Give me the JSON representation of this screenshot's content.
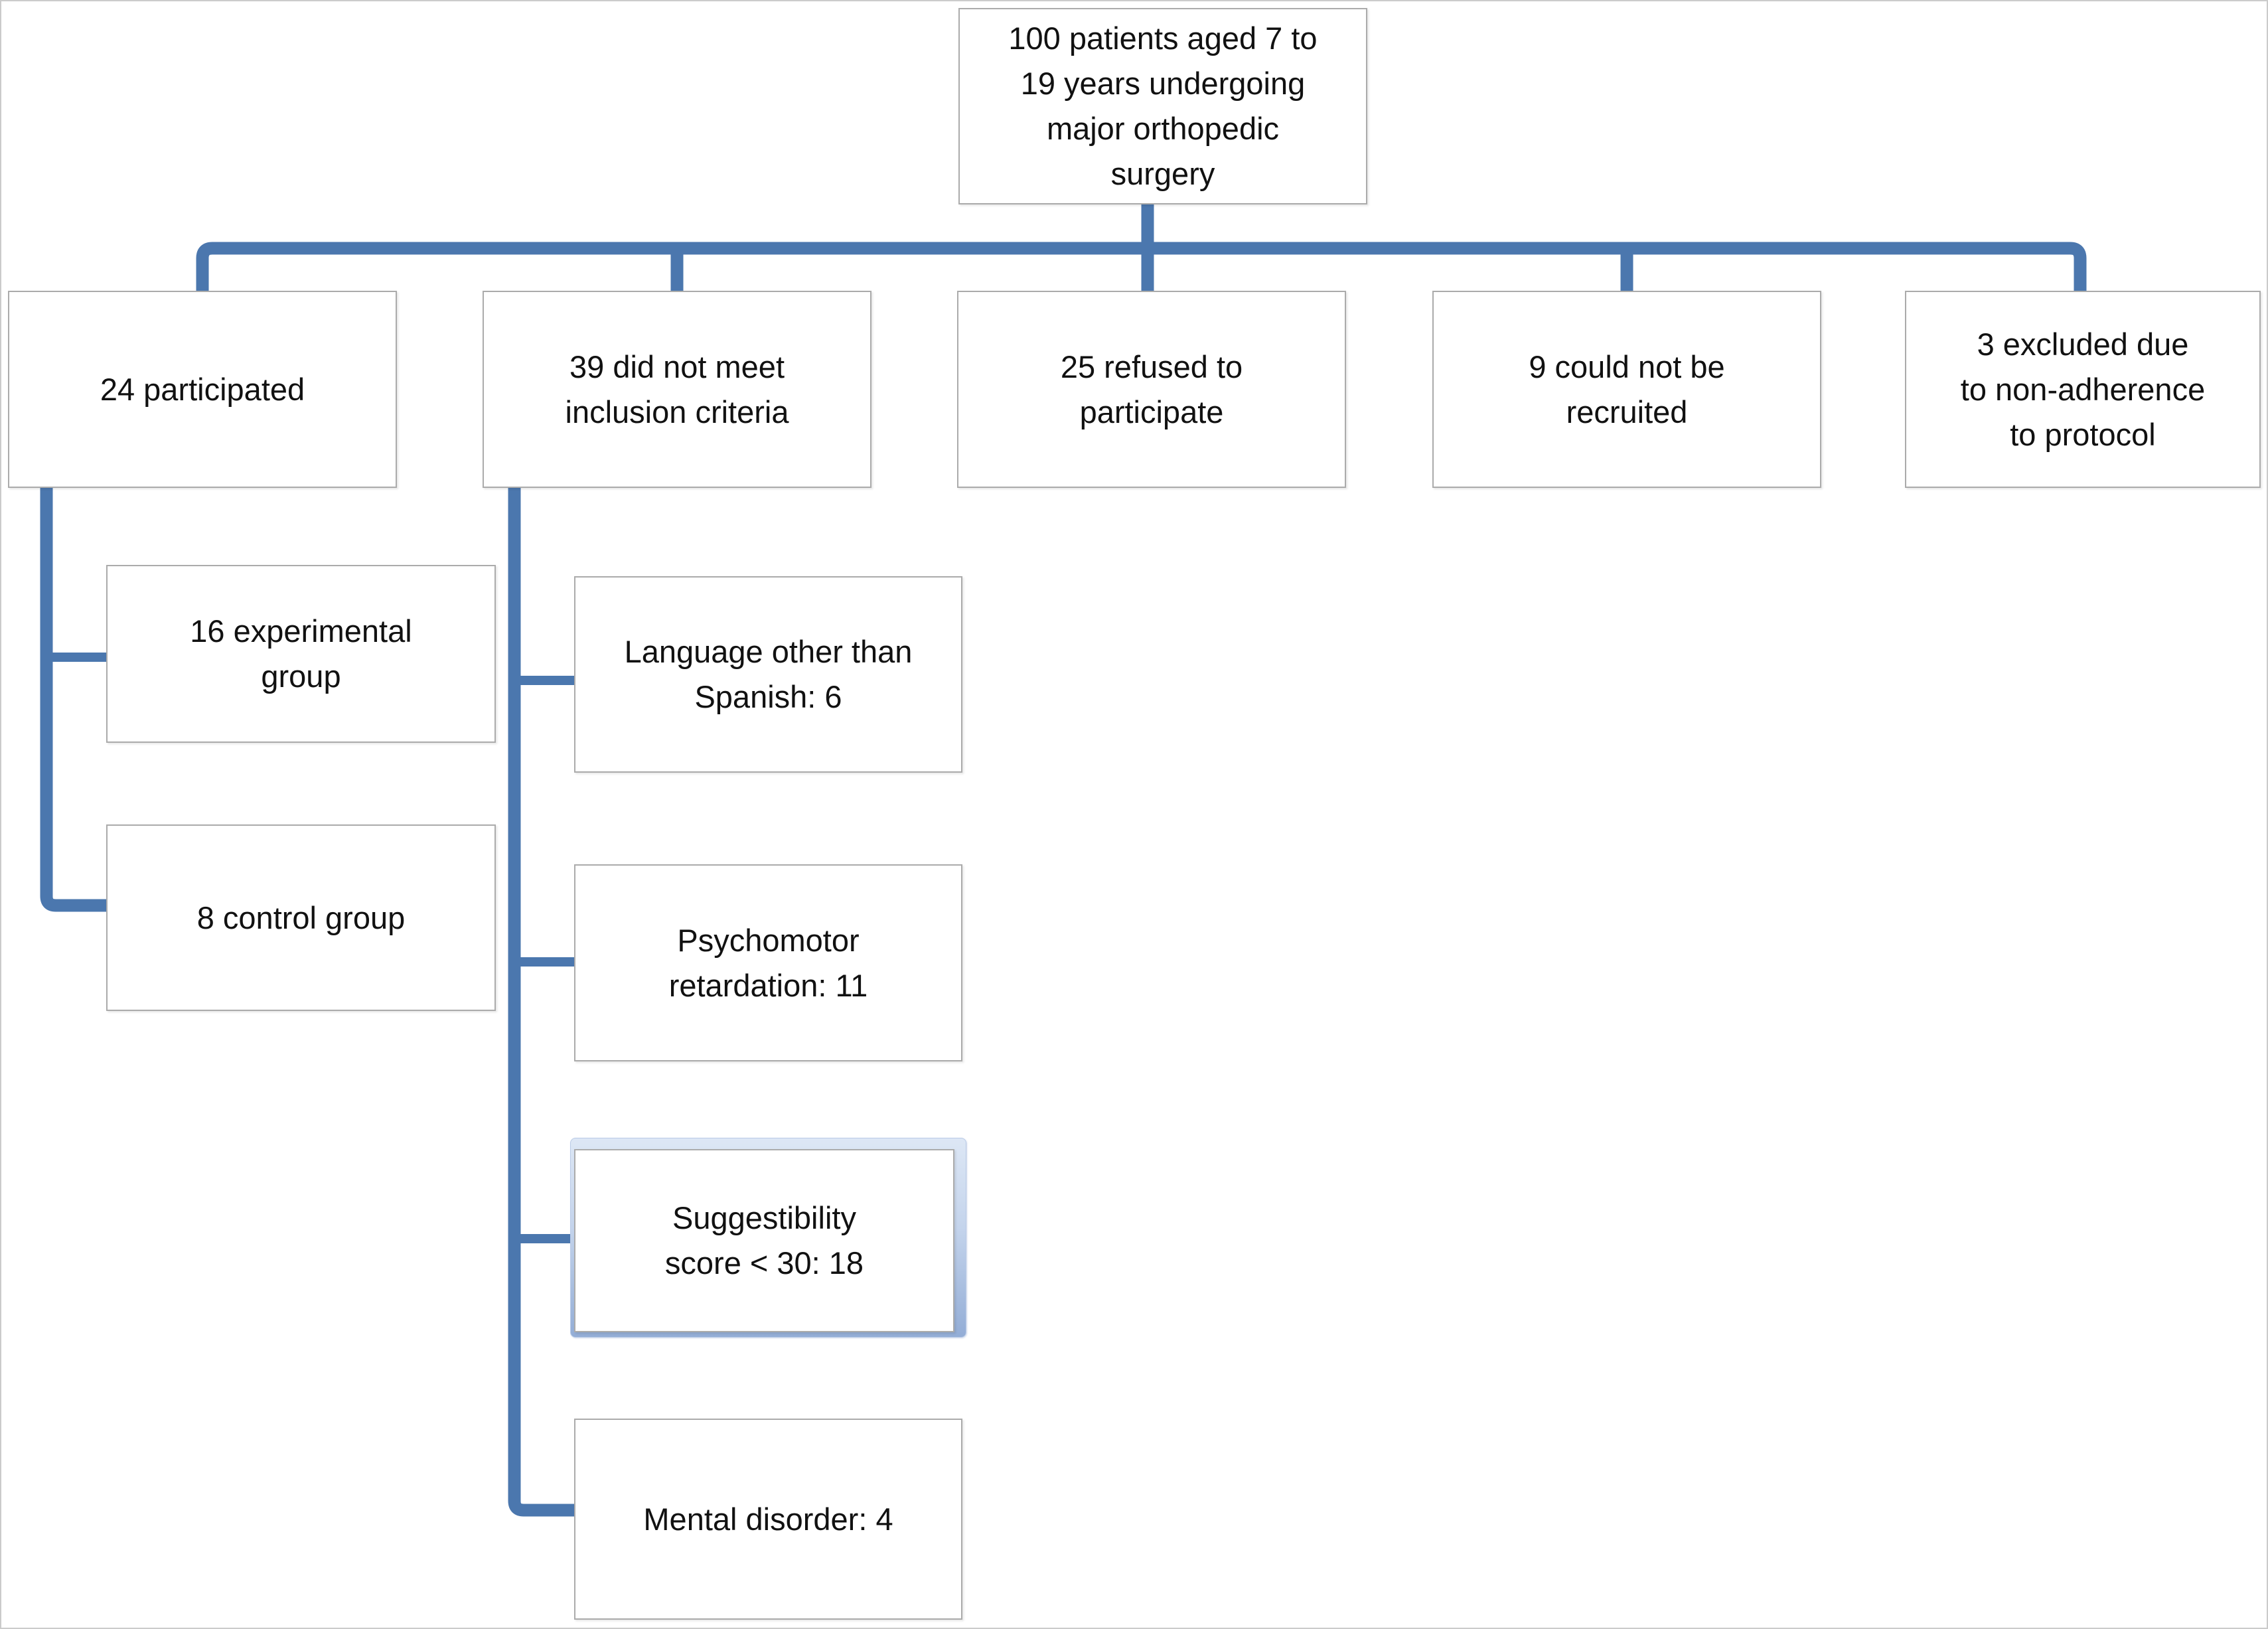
{
  "page": {
    "background": "#ffffff",
    "border_color": "#cbcbcb"
  },
  "colors": {
    "connector_blue": "#4b77ae",
    "box_border_gray": "#ababab",
    "text_color": "#111111",
    "selection_border": "#b9cae6",
    "selection_gradient_top": "#dde7f5",
    "selection_gradient_bottom": "#93add6"
  },
  "flowchart": {
    "root": {
      "label": "100 patients aged 7 to\n19 years undergoing\nmajor orthopedic\nsurgery"
    },
    "level1": [
      {
        "label": "24 participated"
      },
      {
        "label": "39 did not meet\ninclusion criteria"
      },
      {
        "label": "25 refused to\nparticipate"
      },
      {
        "label": "9 could not be\nrecruited"
      },
      {
        "label": "3 excluded due\nto non-adherence\nto protocol"
      }
    ],
    "participated_children": [
      {
        "label": "16 experimental\ngroup"
      },
      {
        "label": "8 control group"
      }
    ],
    "not_met_criteria_children": [
      {
        "label": "Language other than\nSpanish: 6"
      },
      {
        "label": "Psychomotor\nretardation: 11"
      },
      {
        "label": "Suggestibility\nscore < 30: 18",
        "selected": true
      },
      {
        "label": "Mental disorder: 4"
      }
    ]
  }
}
